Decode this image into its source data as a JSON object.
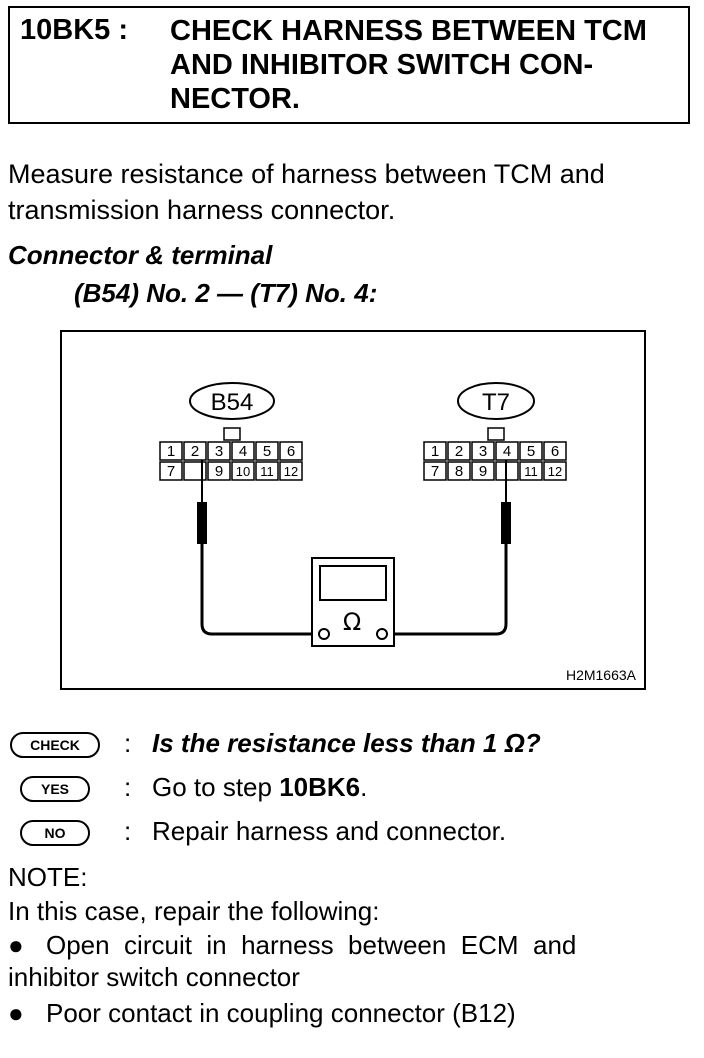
{
  "header": {
    "step_id": "10BK5 :",
    "title_lines": [
      "CHECK HARNESS BETWEEN TCM",
      "AND INHIBITOR SWITCH CON-",
      "NECTOR."
    ]
  },
  "intro_lines": [
    "Measure resistance of harness between TCM and",
    "transmission harness connector."
  ],
  "connector_terminal": {
    "label": "Connector & terminal",
    "value": "(B54) No. 2 — (T7) No. 4:"
  },
  "figure": {
    "connector_left": {
      "name": "B54",
      "top_row": [
        "1",
        "2",
        "3",
        "4",
        "5",
        "6"
      ],
      "bottom_row": [
        "7",
        "",
        "9",
        "10",
        "11",
        "12"
      ]
    },
    "connector_right": {
      "name": "T7",
      "top_row": [
        "1",
        "2",
        "3",
        "4",
        "5",
        "6"
      ],
      "bottom_row": [
        "7",
        "8",
        "9",
        "",
        "11",
        "12"
      ]
    },
    "meter_symbol": "Ω",
    "figure_code": "H2M1663A"
  },
  "decision": {
    "check": {
      "badge": "CHECK",
      "text": "Is the resistance less than 1 Ω?"
    },
    "yes": {
      "badge": "YES",
      "text_prefix": "Go to step ",
      "text_bold": "10BK6",
      "text_suffix": "."
    },
    "no": {
      "badge": "NO",
      "text": "Repair harness and connector."
    }
  },
  "note": {
    "title": "NOTE:",
    "intro": "In this case, repair the following:",
    "bullets": [
      {
        "lines": [
          "Open  circuit  in  harness  between  ECM  and",
          "inhibitor switch connector"
        ]
      },
      {
        "lines": [
          "Poor contact in coupling connector (B12)"
        ]
      }
    ]
  }
}
